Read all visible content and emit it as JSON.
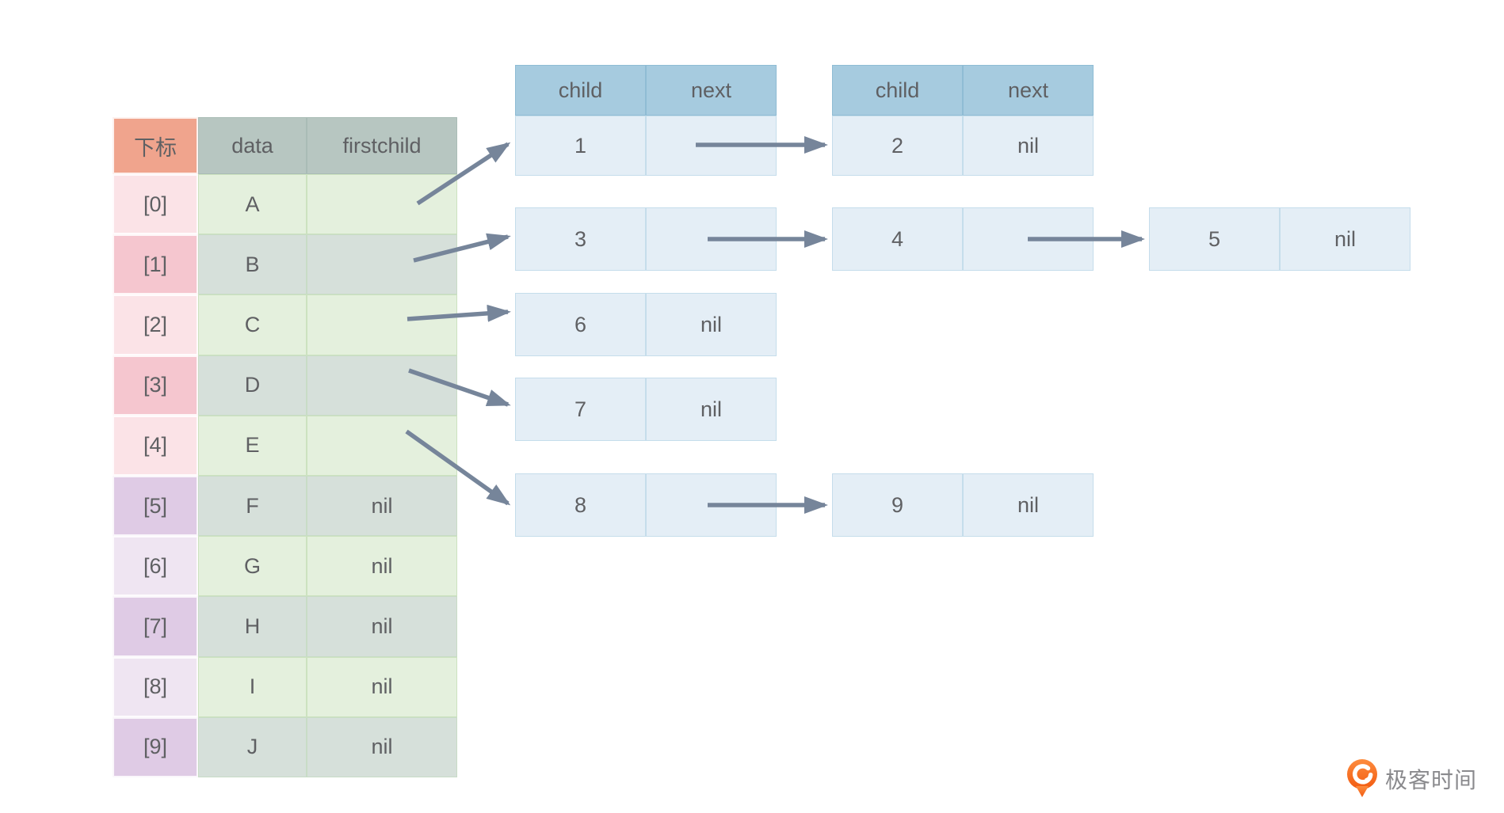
{
  "colors": {
    "index_header_bg": "#F0A48D",
    "column_header_bg": "#B7C6C1",
    "index_pink_light": "#FBE3E7",
    "index_pink_dark": "#F5C6CF",
    "index_purple_light": "#EFE5F2",
    "index_purple_dark": "#DFCBE5",
    "cell_green_light": "#E4F0DD",
    "cell_green_dark": "#D6E0DA",
    "node_header_bg": "#A6CBDF",
    "node_cell_bg": "#E4EEF6",
    "arrow": "#76859A",
    "text": "#5F6063",
    "logo_orange": "#F9701F",
    "logo_text_color": "#8A8A8D"
  },
  "array_table": {
    "header": {
      "index": "下标",
      "data": "data",
      "firstchild": "firstchild"
    },
    "rows": [
      {
        "index": "[0]",
        "data": "A",
        "firstchild": ""
      },
      {
        "index": "[1]",
        "data": "B",
        "firstchild": ""
      },
      {
        "index": "[2]",
        "data": "C",
        "firstchild": ""
      },
      {
        "index": "[3]",
        "data": "D",
        "firstchild": ""
      },
      {
        "index": "[4]",
        "data": "E",
        "firstchild": ""
      },
      {
        "index": "[5]",
        "data": "F",
        "firstchild": "nil"
      },
      {
        "index": "[6]",
        "data": "G",
        "firstchild": "nil"
      },
      {
        "index": "[7]",
        "data": "H",
        "firstchild": "nil"
      },
      {
        "index": "[8]",
        "data": "I",
        "firstchild": "nil"
      },
      {
        "index": "[9]",
        "data": "J",
        "firstchild": "nil"
      }
    ]
  },
  "node_header": {
    "child": "child",
    "next": "next"
  },
  "lists": {
    "a": [
      {
        "child": "1",
        "next": ""
      },
      {
        "child": "2",
        "next": "nil"
      }
    ],
    "b": [
      {
        "child": "3",
        "next": ""
      },
      {
        "child": "4",
        "next": ""
      },
      {
        "child": "5",
        "next": "nil"
      }
    ],
    "c": [
      {
        "child": "6",
        "next": "nil"
      }
    ],
    "d": [
      {
        "child": "7",
        "next": "nil"
      }
    ],
    "e": [
      {
        "child": "8",
        "next": ""
      },
      {
        "child": "9",
        "next": "nil"
      }
    ]
  },
  "logo": {
    "text": "极客时间"
  }
}
